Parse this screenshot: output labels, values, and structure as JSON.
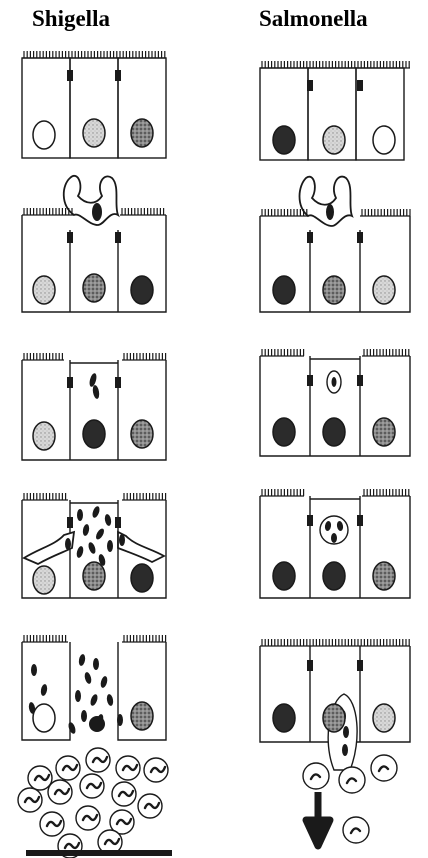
{
  "columns": {
    "left": {
      "title": "Shigella"
    },
    "right": {
      "title": "Salmonella"
    }
  },
  "stages": 5,
  "colors": {
    "ink": "#1a1a1a",
    "nucleus_dark": "#2b2b2b",
    "nucleus_mid": "#6b6b6b",
    "paper": "#ffffff"
  }
}
